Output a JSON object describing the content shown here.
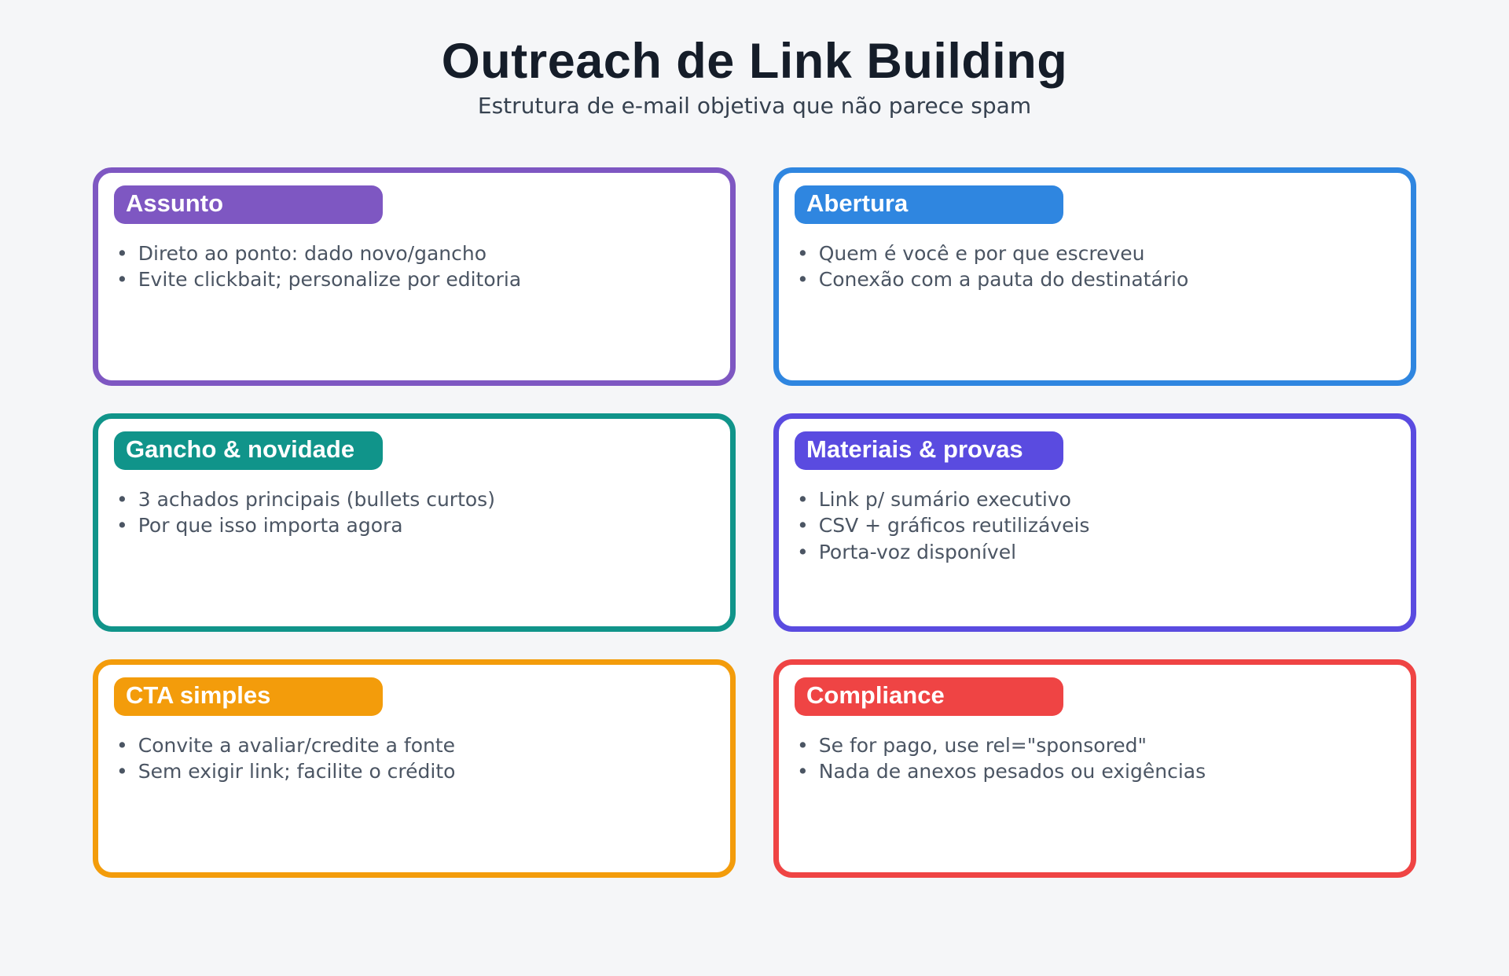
{
  "header": {
    "title": "Outreach de Link Building",
    "subtitle": "Estrutura de e-mail objetiva que não parece spam"
  },
  "cards": [
    {
      "id": "assunto",
      "title": "Assunto",
      "color": "#7e57c2",
      "bullets": [
        "Direto ao ponto: dado novo/gancho",
        "Evite clickbait; personalize por editoria"
      ]
    },
    {
      "id": "abertura",
      "title": "Abertura",
      "color": "#2f86e0",
      "bullets": [
        "Quem é você e por que escreveu",
        "Conexão com a pauta do destinatário"
      ]
    },
    {
      "id": "gancho-novidade",
      "title": "Gancho & novidade",
      "color": "#10948a",
      "bullets": [
        "3 achados principais (bullets curtos)",
        "Por que isso importa agora"
      ]
    },
    {
      "id": "materiais-provas",
      "title": "Materiais & provas",
      "color": "#5a4be0",
      "bullets": [
        "Link p/ sumário executivo",
        "CSV + gráficos reutilizáveis",
        "Porta-voz disponível"
      ]
    },
    {
      "id": "cta-simples",
      "title": "CTA simples",
      "color": "#f39c0b",
      "bullets": [
        "Convite a avaliar/credite a fonte",
        "Sem exigir link; facilite o crédito"
      ]
    },
    {
      "id": "compliance",
      "title": "Compliance",
      "color": "#ef4444",
      "bullets": [
        "Se for pago, use rel=\"sponsored\"",
        "Nada de anexos pesados ou exigências"
      ]
    }
  ],
  "theme": {
    "background": "#f5f6f8",
    "card_background": "#ffffff",
    "title_color": "#151d29",
    "subtitle_color": "#36414f",
    "bullet_text_color": "#4b5563"
  }
}
